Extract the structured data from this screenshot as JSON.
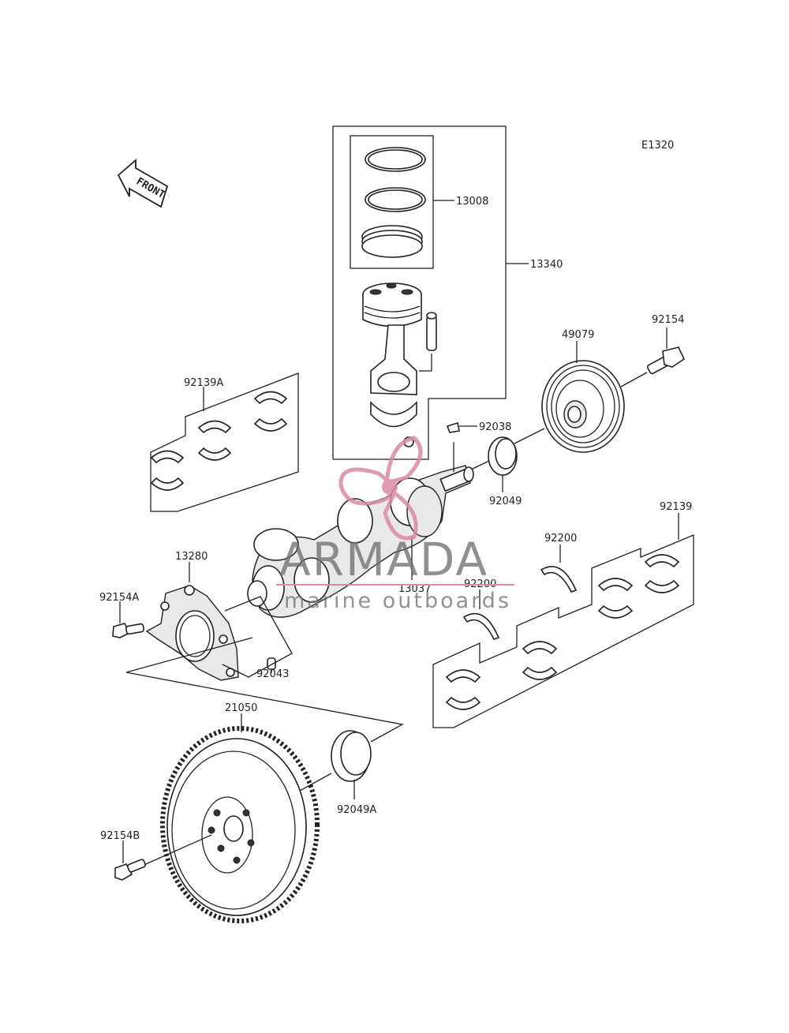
{
  "diagram": {
    "code": "E1320",
    "front_label": "FRONT",
    "watermark": {
      "brand": "ARMADA",
      "tagline": "marine outboards",
      "brand_color": "#d98aa8"
    },
    "part_labels": {
      "p13008": "13008",
      "p13340": "13340",
      "p92154": "92154",
      "p49079": "49079",
      "p92139A": "92139A",
      "p92038": "92038",
      "p92049": "92049",
      "p92139": "92139",
      "p92200a": "92200",
      "p92200b": "92200",
      "p13280": "13280",
      "p13037": "13037",
      "p92154A": "92154A",
      "p92043": "92043",
      "p21050": "21050",
      "p92049A": "92049A",
      "p92154B": "92154B"
    }
  }
}
